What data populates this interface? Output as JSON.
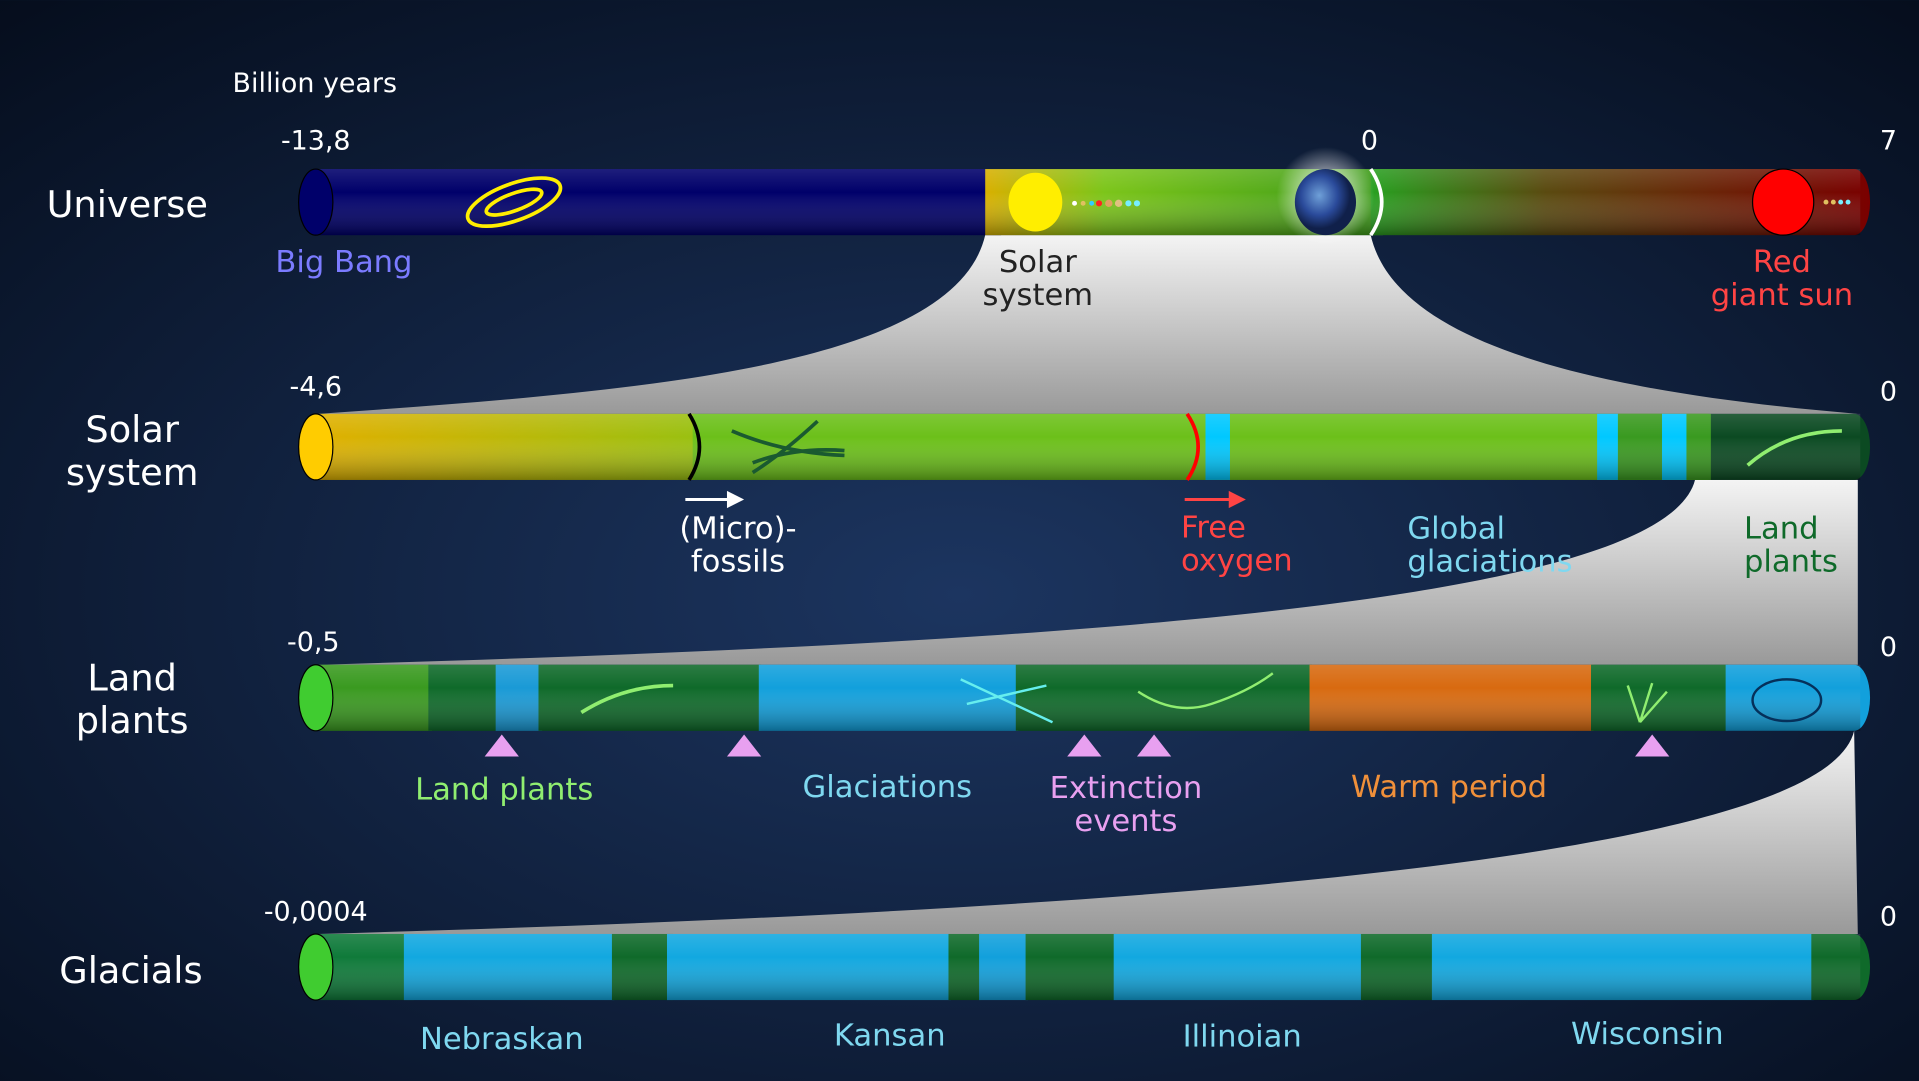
{
  "axis_unit": "Billion years",
  "rows": [
    {
      "label_lines": [
        "Universe"
      ],
      "start": "-13,8",
      "mid": "0",
      "end": "7"
    },
    {
      "label_lines": [
        "Solar",
        "system"
      ],
      "start": "-4,6",
      "end": "0"
    },
    {
      "label_lines": [
        "Land",
        "plants"
      ],
      "start": "-0,5",
      "end": "0"
    },
    {
      "label_lines": [
        "Glacials"
      ],
      "start": "-0,0004",
      "end": "0"
    }
  ],
  "universe_labels": {
    "big_bang": "Big Bang",
    "solar_system": [
      "Solar",
      "system"
    ],
    "red_giant": [
      "Red",
      "giant sun"
    ]
  },
  "solar_labels": {
    "fossils": [
      "(Micro)-",
      "fossils"
    ],
    "oxygen": [
      "Free",
      "oxygen"
    ],
    "glaciations": [
      "Global",
      "glaciations"
    ],
    "land_plants": [
      "Land",
      "plants"
    ]
  },
  "land_labels": {
    "land_plants": "Land plants",
    "glaciations": "Glaciations",
    "extinction": [
      "Extinction",
      "events"
    ],
    "warm": "Warm period"
  },
  "glacial_labels": [
    "Nebraskan",
    "Kansan",
    "Illinoian",
    "Wisconsin"
  ],
  "colors": {
    "background": "#13284a",
    "big_bang": "#7b7bff",
    "red": "#ff4444",
    "cyan": "#7fd8f0",
    "green_label": "#90ee70",
    "dark_green_label": "#0f6a2a",
    "extinction": "#e8a0f0",
    "warm": "#f0903a"
  }
}
